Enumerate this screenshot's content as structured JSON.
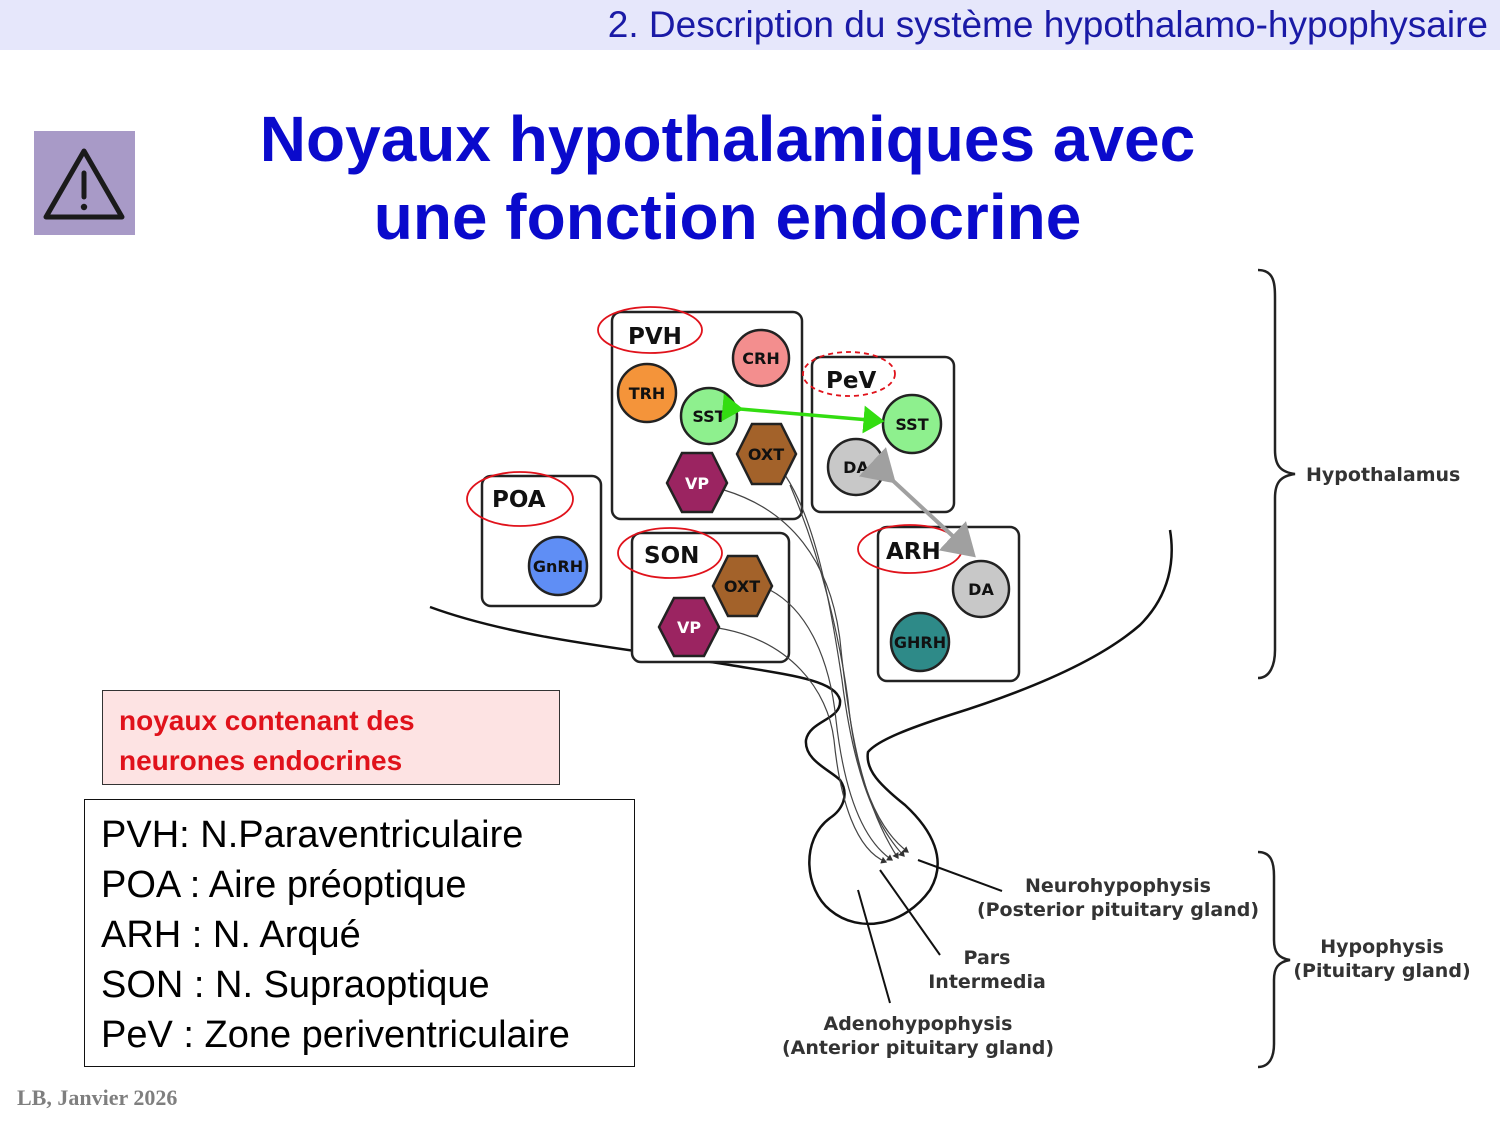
{
  "header": {
    "section_title": "2. Description du système hypothalamo-hypophysaire"
  },
  "slide": {
    "title_line1": "Noyaux hypothalamiques avec",
    "title_line2": "une fonction endocrine",
    "warning_icon": "warning-triangle-icon"
  },
  "diagram": {
    "nuclei": {
      "pvh": "PVH",
      "pev": "PeV",
      "poa": "POA",
      "son": "SON",
      "arh": "ARH"
    },
    "cells": {
      "pvh_crh": "CRH",
      "pvh_trh": "TRH",
      "pvh_sst": "SST",
      "pvh_oxt": "OXT",
      "pvh_vp": "VP",
      "pev_sst": "SST",
      "pev_da": "DA",
      "poa_gnrh": "GnRH",
      "son_oxt": "OXT",
      "son_vp": "VP",
      "arh_da": "DA",
      "arh_ghrh": "GHRH"
    },
    "anatomy": {
      "hypothalamus": "Hypothalamus",
      "hypophysis_line1": "Hypophysis",
      "hypophysis_line2": "(Pituitary gland)",
      "neuro_line1": "Neurohypophysis",
      "neuro_line2": "(Posterior pituitary gland)",
      "pars_line1": "Pars",
      "pars_line2": "Intermedia",
      "adeno_line1": "Adenohypophysis",
      "adeno_line2": "(Anterior pituitary gland)"
    },
    "colors": {
      "crh": "#f38e8e",
      "trh": "#f4943a",
      "sst": "#8ef08e",
      "oxt": "#a3622a",
      "vp": "#9b2461",
      "da": "#c8c8c8",
      "gnrh": "#5f8ef5",
      "ghrh": "#2e8a88",
      "highlight": "#e0121b",
      "link_green": "#33dd11",
      "link_gray": "#a0a0a0"
    }
  },
  "note": {
    "line1": "noyaux contenant des",
    "line2": "neurones endocrines"
  },
  "legend": {
    "items": [
      "PVH: N.Paraventriculaire",
      "POA : Aire préoptique",
      "ARH : N. Arqué",
      "SON : N. Supraoptique",
      "PeV : Zone periventriculaire"
    ]
  },
  "footer": {
    "text": "LB, Janvier 2026"
  }
}
